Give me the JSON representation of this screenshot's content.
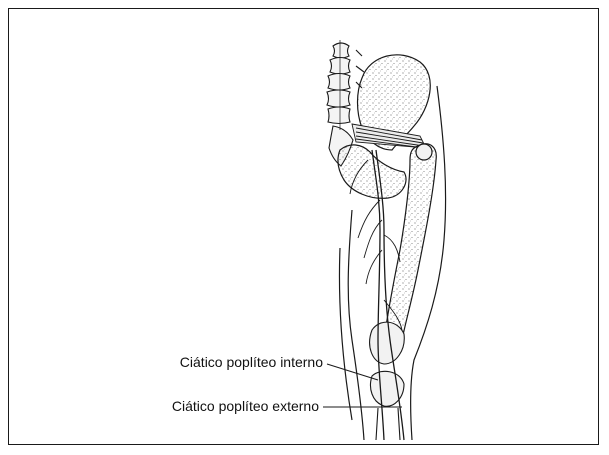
{
  "figure": {
    "subject": "sciatic-nerve-posterior-leg",
    "labels": {
      "interno": "Ciático poplíteo interno",
      "externo": "Ciático poplíteo externo"
    },
    "colors": {
      "ink": "#1a1a1a",
      "bone_fill": "#f2f2f2",
      "background": "#ffffff"
    }
  }
}
